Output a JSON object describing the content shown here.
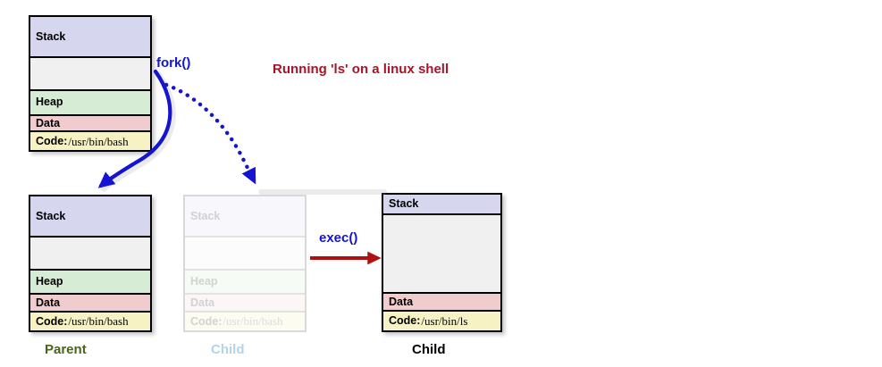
{
  "diagram": {
    "title": "Running 'ls' on a linux shell",
    "title_color": "#a51526",
    "accent_blue": "#1414d2",
    "accent_red": "#b01010"
  },
  "operations": {
    "fork": "fork()",
    "exec": "exec()"
  },
  "segment_colors": {
    "stack": "#d6d6ef",
    "gap": "#f0f0f0",
    "heap": "#d7ecd4",
    "data": "#f0ccce",
    "code": "#f6f2c4"
  },
  "processes": {
    "shell": {
      "caption": "",
      "segments": [
        {
          "name": "stack",
          "label": "Stack"
        },
        {
          "name": "gap",
          "label": ""
        },
        {
          "name": "heap",
          "label": "Heap"
        },
        {
          "name": "data",
          "label": "Data"
        },
        {
          "name": "code",
          "key": "Code:",
          "path": "/usr/bin/bash"
        }
      ]
    },
    "parent": {
      "caption": "Parent",
      "caption_color": "#4a6416",
      "segments": [
        {
          "name": "stack",
          "label": "Stack"
        },
        {
          "name": "gap",
          "label": ""
        },
        {
          "name": "heap",
          "label": "Heap"
        },
        {
          "name": "data",
          "label": "Data"
        },
        {
          "name": "code",
          "key": "Code:",
          "path": "/usr/bin/bash"
        }
      ]
    },
    "child_forked": {
      "caption": "Child",
      "caption_color": "#b3d4e8",
      "segments": [
        {
          "name": "stack",
          "label": "Stack"
        },
        {
          "name": "gap",
          "label": ""
        },
        {
          "name": "heap",
          "label": "Heap"
        },
        {
          "name": "data",
          "label": "Data"
        },
        {
          "name": "code",
          "key": "Code:",
          "path": "/usr/bin/bash"
        }
      ]
    },
    "child_exec": {
      "caption": "Child",
      "caption_color": "#000000",
      "segments": [
        {
          "name": "stack",
          "label": "Stack"
        },
        {
          "name": "gap",
          "label": ""
        },
        {
          "name": "data",
          "label": "Data"
        },
        {
          "name": "code",
          "key": "Code:",
          "path": "/usr/bin/ls"
        }
      ]
    }
  }
}
